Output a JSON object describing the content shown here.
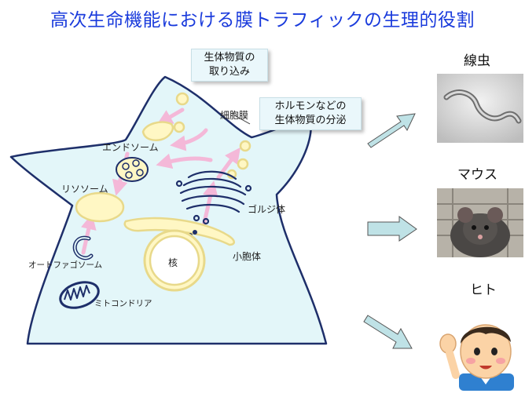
{
  "title": "高次生命機能における膜トラフィックの生理的役割",
  "callouts": {
    "uptake_line1": "生体物質の",
    "uptake_line2": "取り込み",
    "secretion_line1": "ホルモンなどの",
    "secretion_line2": "生体物質の分泌"
  },
  "labels": {
    "cell_membrane": "細胞膜",
    "endosome": "エンドソーム",
    "lysosome": "リソソーム",
    "golgi": "ゴルジ体",
    "er": "小胞体",
    "nucleus": "核",
    "autophagosome": "オートファゴソーム",
    "mitochondria": "ミトコンドリア"
  },
  "organisms": {
    "nematode": "線虫",
    "mouse": "マウス",
    "human": "ヒト"
  },
  "colors": {
    "title": "#1a3bdc",
    "cell_fill": "#e3f6f9",
    "organelle_fill": "#fff7c4",
    "organelle_stroke": "#e8d98a",
    "dark_outline": "#1e2f6a",
    "pink_arrow": "#f4b8d8",
    "teal_arrow": "#bfe2e6"
  }
}
